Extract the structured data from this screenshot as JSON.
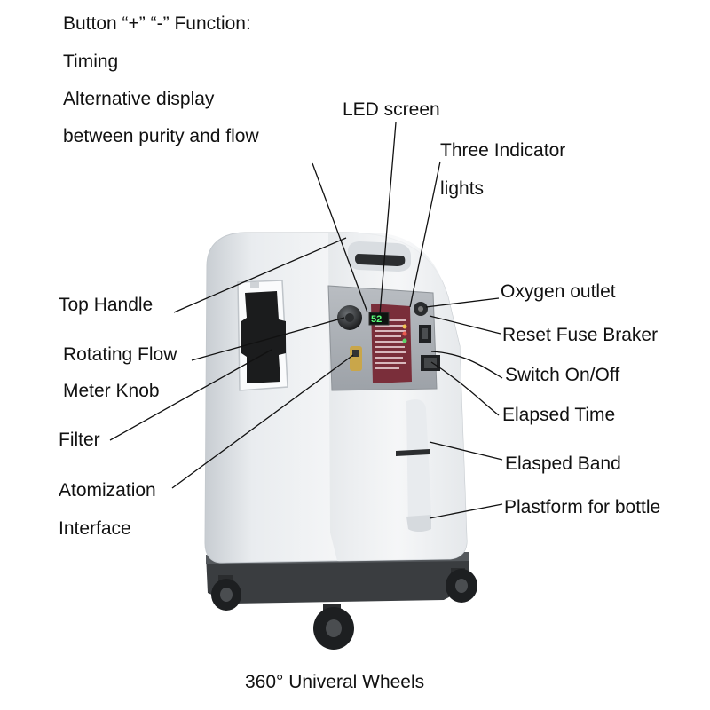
{
  "annotations": {
    "button_function": {
      "title": "Button “+” “-” Function:",
      "line1": "Timing",
      "line2": "Alternative display",
      "line3": "between purity and flow"
    },
    "led_screen": "LED screen",
    "indicator_lights": {
      "line1": "Three Indicator",
      "line2": "lights"
    },
    "top_handle": "Top Handle",
    "rotating_flow": {
      "line1": "Rotating Flow",
      "line2": "Meter Knob"
    },
    "filter": "Filter",
    "atomization": {
      "line1": "Atomization",
      "line2": "Interface"
    },
    "oxygen_outlet": "Oxygen outlet",
    "reset_fuse": "Reset Fuse Braker",
    "switch": "Switch On/Off",
    "elapsed_time": "Elapsed Time",
    "elasped_band": "Elasped Band",
    "platform": "Plastform for bottle",
    "wheels": "360° Univeral Wheels"
  },
  "display": {
    "reading": "52"
  },
  "colors": {
    "body": "#eef0f2",
    "body_shadow": "#c9ced3",
    "panel": "#a9adb2",
    "panel_inner": "#d2d5d9",
    "label_sheet": "#7a2e3a",
    "display_green": "#5cff7a",
    "base": "#3a3d40",
    "wheel": "#1d1f21",
    "leader_line": "#111111"
  }
}
